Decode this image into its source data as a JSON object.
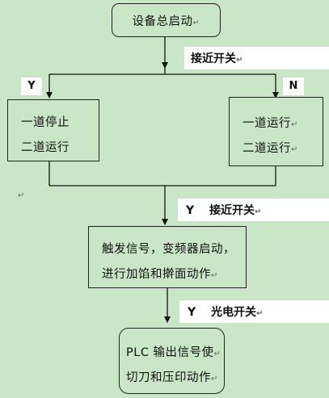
{
  "nodes": {
    "start": "设备总启动",
    "left_box": [
      "一道停止",
      "二道运行"
    ],
    "right_box": [
      "一道运行",
      "二道运行"
    ],
    "action_box": [
      "触发信号，变频器启动，",
      "进行加馅和擀面动作"
    ],
    "plc_box": [
      "PLC 输出信号使",
      "切刀和压印动作"
    ]
  },
  "labels": {
    "sensor1": "接近开关",
    "branch_yes": "Y",
    "branch_no": "N",
    "sensor2_yes": "Y",
    "sensor2": "接近开关",
    "sensor3_yes": "Y",
    "sensor3": "光电开关"
  },
  "paragraph_mark": "↵"
}
